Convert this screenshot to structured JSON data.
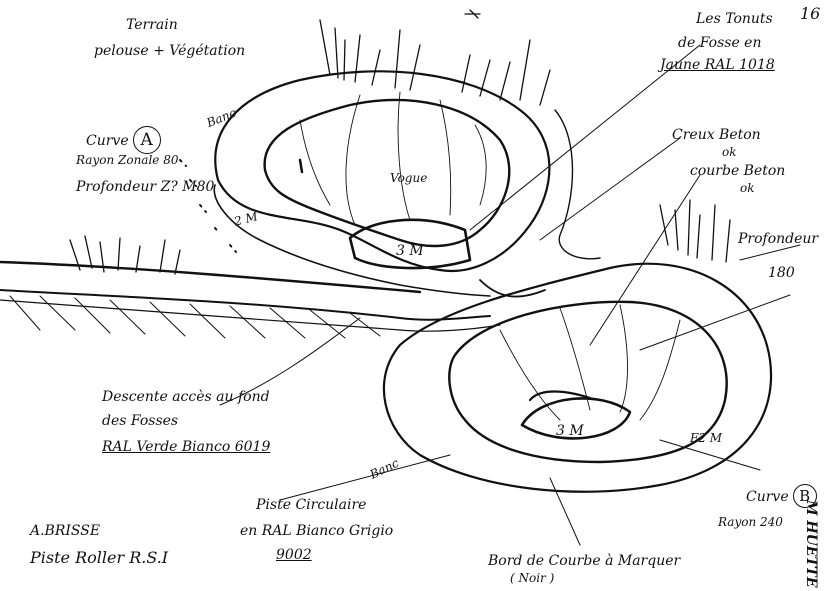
{
  "page_number": "16",
  "labels": {
    "terrain_1": "Terrain",
    "terrain_2": "pelouse + Végétation",
    "forces_1": "Les Tonuts",
    "forces_2": "de Fosse en",
    "forces_3": "Jaune RAL 1018",
    "banc_top": "Banc",
    "curve_a": "Curve",
    "curve_a_letter": "A",
    "rayon_a": "Rayon Zonale 80",
    "prof_a": "Profondeur Z? M80",
    "vogue": "Vogue",
    "two_m": "2 M",
    "three_m_top": "3 M",
    "creux_1": "Creux Beton",
    "creux_2": "ok",
    "courbe_1": "courbe Beton",
    "courbe_2": "ok",
    "prof_b_1": "Profondeur",
    "prof_b_2": "180",
    "descente_1": "Descente accès au fond",
    "descente_2": "des Fosses",
    "ral_verde": "RAL Verde Bianco 6019",
    "banc_bottom": "Banc",
    "three_m_bottom": "3 M",
    "f2m": "F2 M",
    "curve_b": "Curve",
    "curve_b_letter": "B",
    "rayon_b": "Rayon 240",
    "piste_1": "Piste Circulaire",
    "piste_2": "en RAL  Bianco Grigio",
    "piste_3": "9002",
    "author_1": "A.BRISSE",
    "author_2": "Piste Roller R.S.I",
    "bord_1": "Bord de Courbe à Marquer",
    "bord_2": "( Noir )",
    "vertical": "M HUETTE"
  }
}
